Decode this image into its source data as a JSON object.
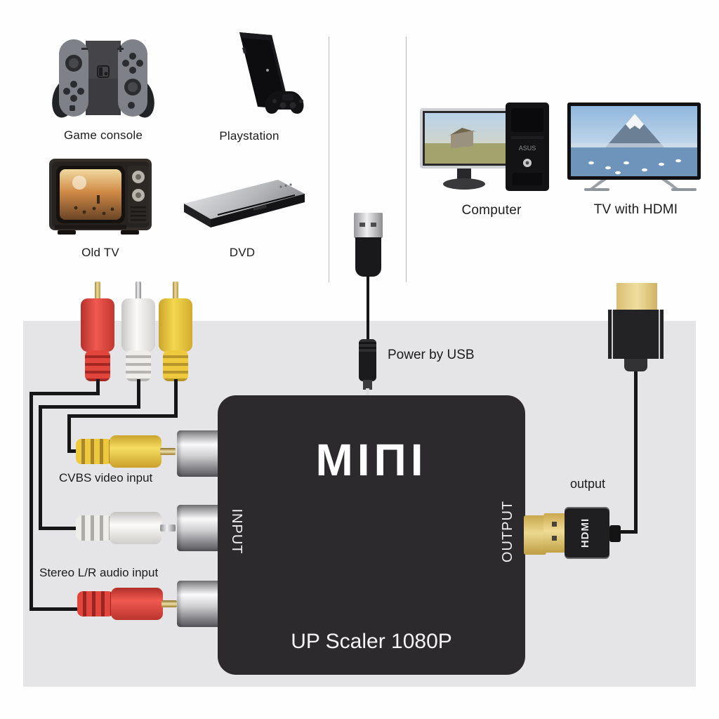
{
  "panel": {
    "bg": "#e5e4e6"
  },
  "devices": {
    "game_console": {
      "label": "Game console"
    },
    "playstation": {
      "label": "Playstation"
    },
    "old_tv": {
      "label": "Old TV"
    },
    "dvd": {
      "label": "DVD"
    },
    "computer": {
      "label": "Computer",
      "tower_brand": "ASUS"
    },
    "tv_hdmi": {
      "label": "TV with HDMI"
    }
  },
  "annotations": {
    "power_by_usb": "Power by USB",
    "cvbs_video_input": "CVBS video input",
    "stereo_audio_input": "Stereo L/R audio input",
    "output": "output"
  },
  "converter": {
    "brand": "MIΠI",
    "side_input": "INPUT",
    "side_output": "OUTPUT",
    "model": "UP Scaler 1080P",
    "hdmi_plug": "HDMI",
    "body_color": "#2d2a2d",
    "rca_yellow": "#eec93e",
    "rca_white": "#f1efed",
    "rca_red": "#e2453c",
    "hdmi_gold": "#ecd88e"
  }
}
